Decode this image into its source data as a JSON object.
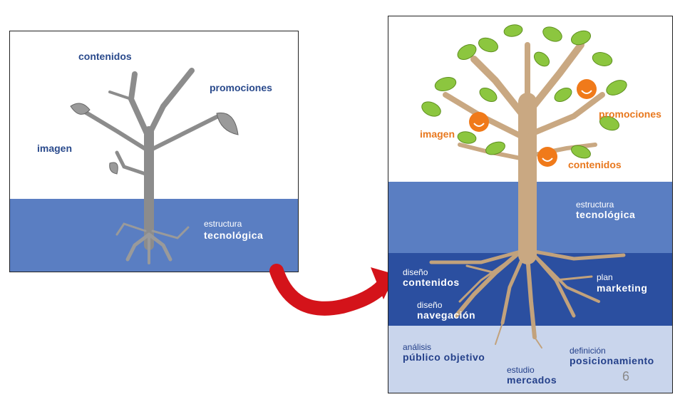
{
  "left": {
    "contenidos": "contenidos",
    "promociones": "promociones",
    "imagen": "imagen",
    "estructura_small": "estructura",
    "estructura_big": "tecnológica"
  },
  "right": {
    "imagen": "imagen",
    "promociones": "promociones",
    "contenidos": "contenidos",
    "estructura_small": "estructura",
    "estructura_big": "tecnológica",
    "diseno1_small": "diseño",
    "diseno1_big": "contenidos",
    "plan_small": "plan",
    "plan_big": "marketing",
    "diseno2_small": "diseño",
    "diseno2_big": "navegación",
    "analisis_small": "análisis",
    "analisis_big": "público objetivo",
    "definicion_small": "definición",
    "definicion_big": "posicionamiento",
    "estudio_small": "estudio",
    "estudio_big": "mercados"
  },
  "page_number": "6",
  "colors": {
    "band_light_blue": "#5a7ec2",
    "band_dark_blue": "#2b4fa0",
    "band_pale_blue": "#c9d5ec",
    "leaf_green": "#8cc63f",
    "fruit_orange": "#f07a1a",
    "trunk_tan": "#c9a882",
    "dead_tree_gray": "#9e9e9e",
    "arrow_red": "#d4131a"
  }
}
